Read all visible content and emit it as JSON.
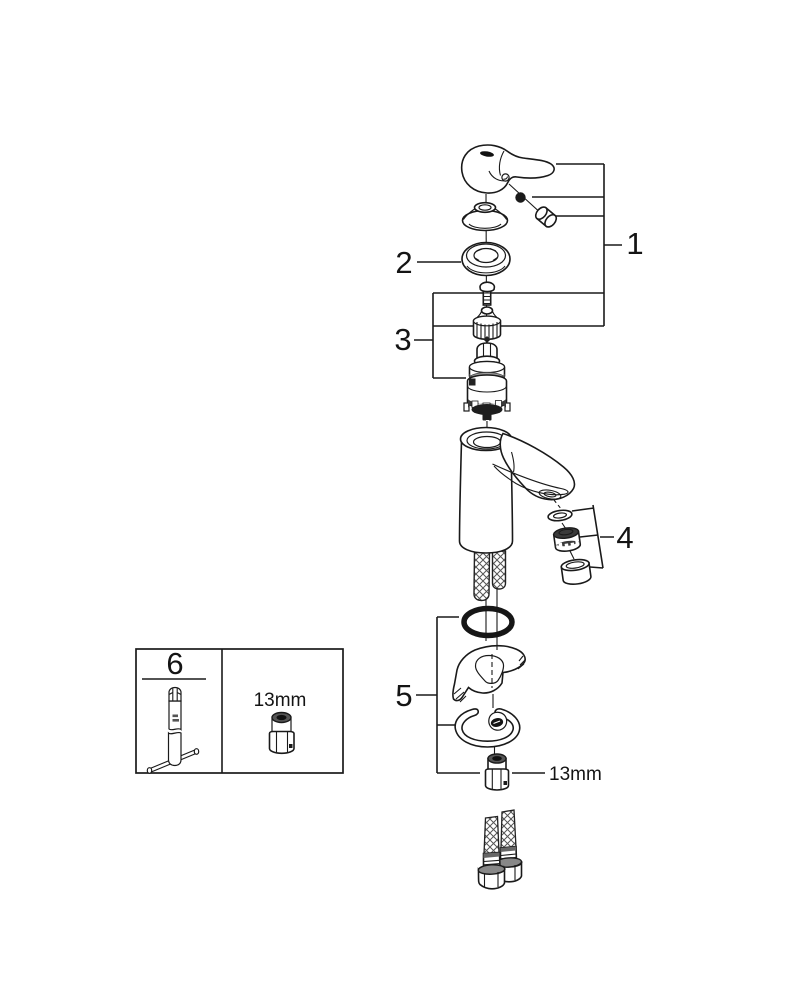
{
  "figure": {
    "type": "exploded-parts-diagram",
    "background_color": "#ffffff",
    "line_color": "#1a1a1a",
    "oring_color": "#161616",
    "shade_color": "#3a3a3a",
    "labels": {
      "callout_1": "1",
      "callout_2": "2",
      "callout_3": "3",
      "callout_4": "4",
      "callout_5": "5",
      "callout_6": "6",
      "wrench_size_callout": "13mm",
      "wrench_size_box": "13mm"
    }
  }
}
